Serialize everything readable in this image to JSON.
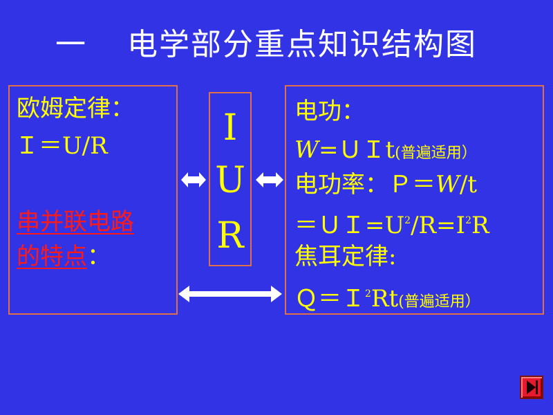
{
  "title": {
    "number": "一",
    "text": "电学部分重点知识结构图"
  },
  "left": {
    "heading": "欧姆定律：",
    "formula": "Ｉ＝U/R",
    "link_line1": "串并联电路",
    "link_line2": "的特点",
    "link_colon": "："
  },
  "middle": {
    "letters": [
      "I",
      "U",
      "R"
    ]
  },
  "right": {
    "line1": "电功：",
    "line2_w": "W",
    "line2_rest": "=ＵＩt",
    "line2_note": "(普遍适用）",
    "line3_a": "电功率：Ｐ＝",
    "line3_w": "W",
    "line3_b": "/t",
    "line4_a": "＝ＵＩ=U",
    "line4_sup1": "2",
    "line4_b": "/R=I",
    "line4_sup2": "2",
    "line4_c": "R",
    "line5": "焦耳定律:",
    "line6_a": "Ｑ＝Ｉ",
    "line6_sup": "2",
    "line6_b": "Rt",
    "line6_note": "(普遍适用）"
  },
  "colors": {
    "background": "#3333e6",
    "text": "#ffff00",
    "link": "#ff1a1a",
    "border": "#e0704a",
    "title": "#ffffff"
  },
  "icons": {
    "nav": "play-next-icon"
  }
}
